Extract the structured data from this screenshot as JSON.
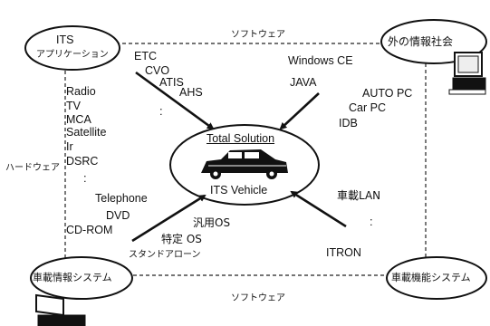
{
  "corners": {
    "top_left": {
      "line1": "ITS",
      "line2": "アプリケーション"
    },
    "top_right": {
      "label": "外の情報社会"
    },
    "bottom_left": {
      "label": "車載情報システム"
    },
    "bottom_right": {
      "label": "車載機能システム"
    }
  },
  "frame_labels": {
    "top": "ソフトウェア",
    "bottom": "ソフトウェア",
    "left": "ハードウェア",
    "lower_left": "スタンドアローン"
  },
  "center": {
    "title": "Total Solution",
    "subtitle": "ITS Vehicle"
  },
  "groups": {
    "top_left": [
      "ETC",
      "CVO",
      "ATIS",
      "AHS"
    ],
    "top_right": [
      "Windows CE",
      "JAVA",
      "AUTO PC",
      "Car PC",
      "IDB"
    ],
    "left_list": [
      "Radio",
      "TV",
      "MCA",
      "Satellite",
      "Ir",
      "DSRC"
    ],
    "bottom_left": [
      "Telephone",
      "DVD",
      "CD-ROM"
    ],
    "bottom_middle": [
      "汎用OS",
      "特定 OS"
    ],
    "bottom_right": [
      "車載LAN",
      "ITRON"
    ]
  },
  "ellipsis": ":"
}
